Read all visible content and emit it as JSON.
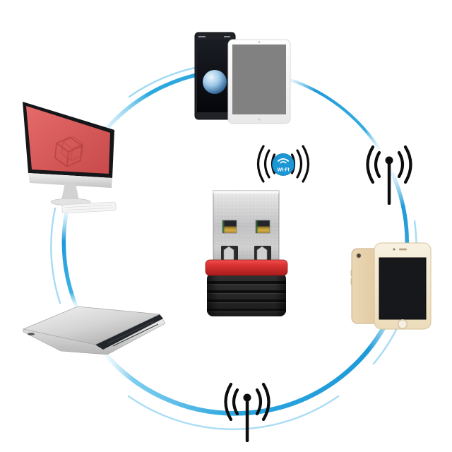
{
  "wifi_badge": {
    "label": "WI-FI"
  },
  "colors": {
    "background": "#ffffff",
    "ring_blue": "#1f9ad9",
    "ring_blue_light": "#8fd2f2",
    "badge_blue": "#1b97d6",
    "antenna_black": "#0d0d0d",
    "adapter_red": "#cf2a2a",
    "adapter_body_black": "#262626",
    "connector_silver": "#c6c6c8",
    "contact_gold": "#c9a23f",
    "imac_screen_red": "#d65c5c",
    "imac_logo_red": "#b04040",
    "laptop_silver": "#d4d4d4",
    "phone_gold": "#ecd9b8",
    "tablet_screen_gray": "#8d8d8d",
    "phone_screen_black": "#17181c",
    "earth_blue": "#3c6f9e"
  },
  "icons": [
    {
      "name": "desktop-computer-icon"
    },
    {
      "name": "smartphone-icon"
    },
    {
      "name": "tablet-icon"
    },
    {
      "name": "wifi-signal-icon"
    },
    {
      "name": "antenna-icon-right"
    },
    {
      "name": "gold-smartphone-icon"
    },
    {
      "name": "laptop-icon"
    },
    {
      "name": "antenna-icon-bottom"
    },
    {
      "name": "usb-wifi-adapter"
    }
  ]
}
